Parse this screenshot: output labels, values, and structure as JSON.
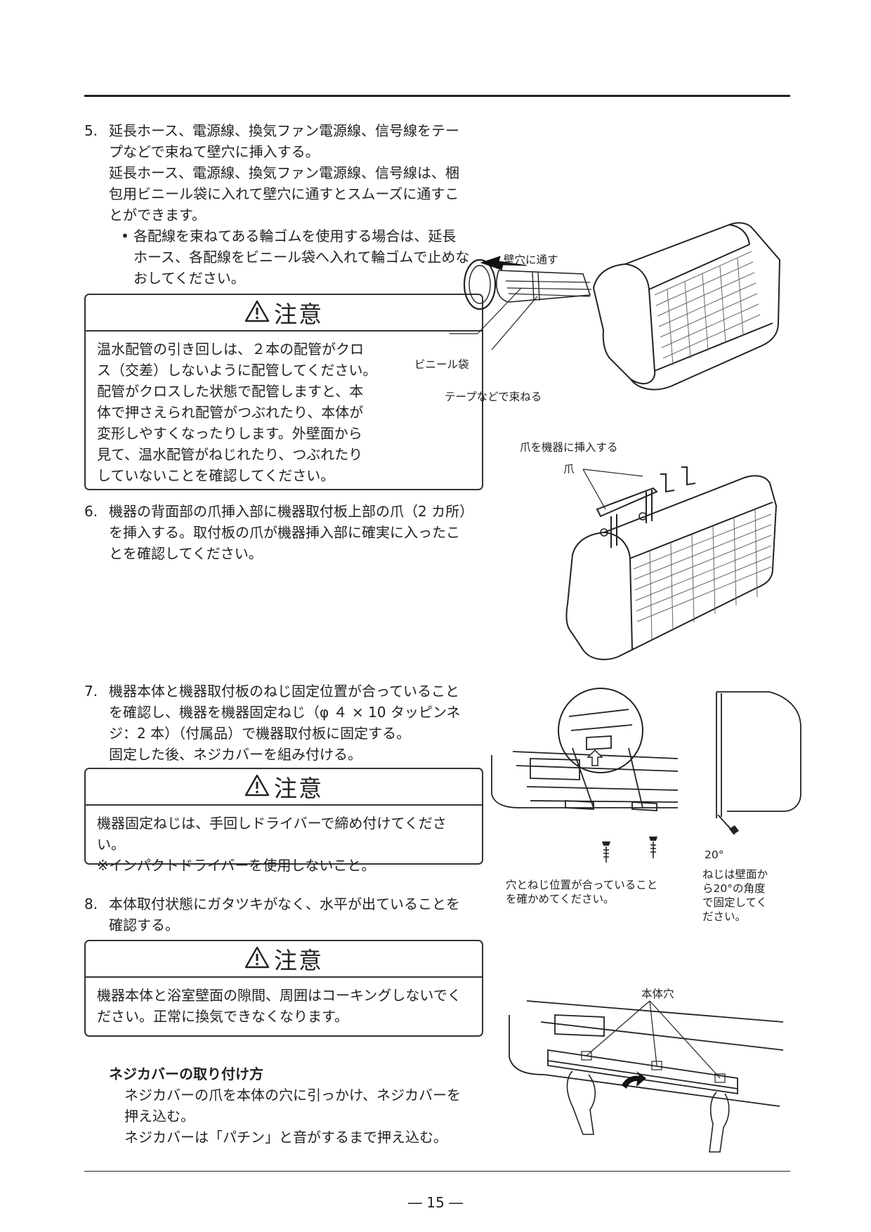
{
  "steps": {
    "s5": {
      "number": "5.",
      "lines": [
        "延長ホース、電源線、換気ファン電源線、信号線をテー",
        "プなどで束ねて壁穴に挿入する。",
        "延長ホース、電源線、換気ファン電源線、信号線は、梱",
        "包用ビニール袋に入れて壁穴に通すとスムーズに通すこ",
        "とができます。"
      ],
      "bullet_mark": "•",
      "bullet_lines": [
        "各配線を束ねてある輪ゴムを使用する場合は、延長",
        "ホース、各配線をビニール袋へ入れて輪ゴムで止めな",
        "おしてください。"
      ]
    },
    "s6": {
      "number": "6.",
      "lines": [
        "機器の背面部の爪挿入部に機器取付板上部の爪（2 カ所）",
        "を挿入する。取付板の爪が機器挿入部に確実に入ったこ",
        "とを確認してください。"
      ]
    },
    "s7": {
      "number": "7.",
      "lines": [
        "機器本体と機器取付板のねじ固定位置が合っていること",
        "を確認し、機器を機器固定ねじ（φ ４ × 10 タッピンネ",
        "ジ：2 本）（付属品）で機器取付板に固定する。",
        "固定した後、ネジカバーを組み付ける。"
      ]
    },
    "s8": {
      "number": "8.",
      "lines": [
        "本体取付状態にガタツキがなく、水平が出ていることを",
        "確認する。"
      ]
    }
  },
  "cautions": [
    {
      "title": "注意",
      "lines": [
        "温水配管の引き回しは、２本の配管がクロ",
        "ス（交差）しないように配管してください。",
        "配管がクロスした状態で配管しますと、本",
        "体で押さえられ配管がつぶれたり、本体が",
        "変形しやすくなったりします。外壁面から",
        "見て、温水配管がねじれたり、つぶれたり",
        "していないことを確認してください。"
      ]
    },
    {
      "title": "注意",
      "lines": [
        "機器固定ねじは、手回しドライバーで締め付けてください。",
        "※インパクトドライバーを使用しないこと。"
      ]
    },
    {
      "title": "注意",
      "lines": [
        "機器本体と浴室壁面の隙間、周囲はコーキングしないでく",
        "ださい。正常に換気できなくなります。"
      ]
    }
  ],
  "screw_cover": {
    "title": "ネジカバーの取り付け方",
    "lines": [
      "ネジカバーの爪を本体の穴に引っかけ、ネジカバーを",
      "押え込む。",
      "ネジカバーは「パチン」と音がするまで押え込む。"
    ]
  },
  "figure_labels": {
    "fig1": {
      "through_wall": "壁穴に通す",
      "vinyl_bag": "ビニール袋",
      "bundle_tape": "テープなどで束ねる"
    },
    "fig2": {
      "insert_claw": "爪を機器に挿入する",
      "claw": "爪"
    },
    "fig3": {
      "check_hole": [
        "穴とねじ位置が合っていること",
        "を確かめてください。"
      ],
      "angle": "20°",
      "angle_note": [
        "ねじは壁面か",
        "ら20°の角度",
        "で固定してく",
        "ださい。"
      ]
    },
    "fig4": {
      "body_hole": "本体穴"
    }
  },
  "page_number": "― 15 ―"
}
